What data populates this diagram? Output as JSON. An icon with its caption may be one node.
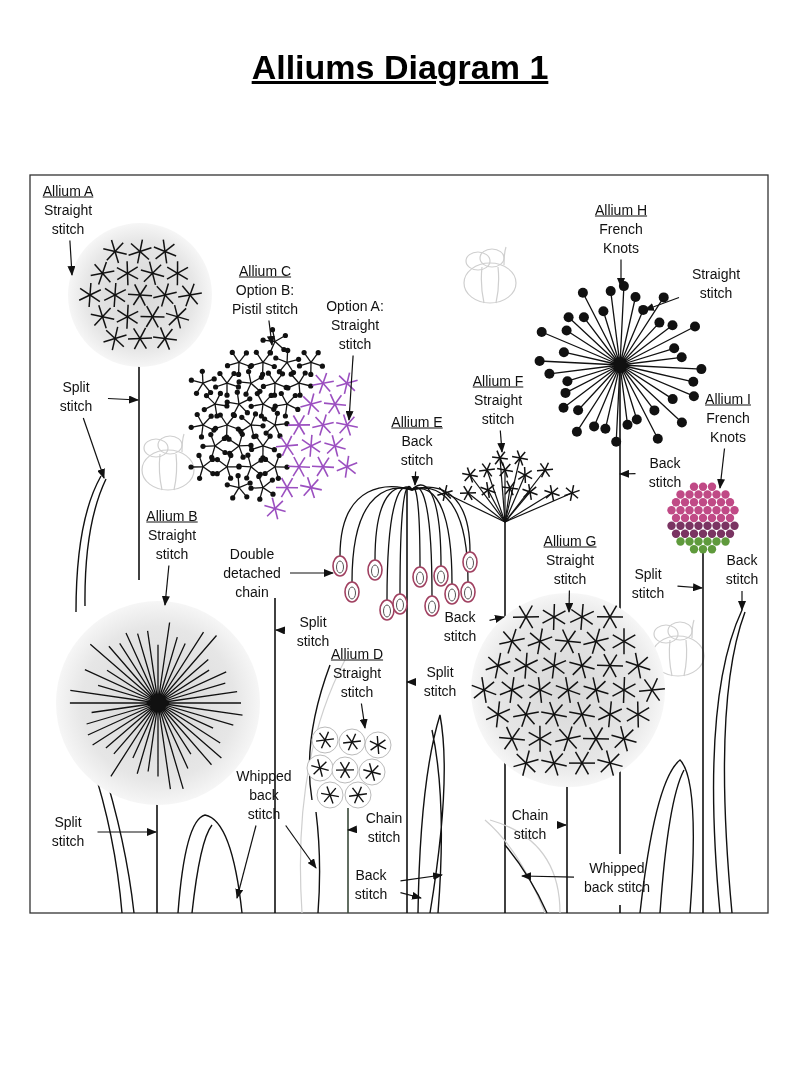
{
  "diagram": {
    "title": "Alliums Diagram 1",
    "nodes": [
      {
        "text": [
          "Allium A",
          "Straight stitch"
        ]
      },
      {
        "text": [
          "Split stitch"
        ]
      },
      {
        "text": [
          "Allium C",
          "Option B: Pistil stitch"
        ]
      },
      {
        "text": [
          "Option A: Straight stitch"
        ]
      },
      {
        "text": [
          "Allium H",
          "French Knots"
        ]
      },
      {
        "text": [
          "Straight stitch"
        ]
      },
      {
        "text": [
          "Allium F",
          "Straight stitch"
        ]
      },
      {
        "text": [
          "Allium E",
          "Back stitch"
        ]
      },
      {
        "text": [
          "Allium I",
          "French Knots"
        ]
      },
      {
        "text": [
          "Back stitch"
        ]
      },
      {
        "text": [
          "Allium B",
          "Straight stitch"
        ]
      },
      {
        "text": [
          "Double detached chain"
        ]
      },
      {
        "text": [
          "Allium G",
          "Straight stitch"
        ]
      },
      {
        "text": [
          "Split stitch"
        ]
      },
      {
        "text": [
          "Back stitch"
        ]
      },
      {
        "text": [
          "Split stitch"
        ]
      },
      {
        "text": [
          "Back stitch"
        ]
      },
      {
        "text": [
          "Allium D",
          "Straight stitch"
        ]
      },
      {
        "text": [
          "Split stitch"
        ]
      },
      {
        "text": [
          "Whipped back stitch"
        ]
      },
      {
        "text": [
          "Split stitch"
        ]
      },
      {
        "text": [
          "Chain stitch"
        ]
      },
      {
        "text": [
          "Chain stitch"
        ]
      },
      {
        "text": [
          "Back stitch"
        ]
      },
      {
        "text": [
          "Whipped back stitch"
        ]
      },
      {
        "text": [],
        "shape": "picture"
      },
      {
        "text": [],
        "shape": "picture"
      },
      {
        "text": [],
        "shape": "picture"
      },
      {
        "text": [],
        "shape": "picture"
      },
      {
        "text": [],
        "shape": "picture"
      },
      {
        "text": [],
        "shape": "picture"
      },
      {
        "text": [],
        "shape": "picture"
      },
      {
        "text": [],
        "shape": "picture"
      },
      {
        "text": [],
        "shape": "picture"
      },
      {
        "text": [],
        "shape": "picture"
      },
      {
        "text": [],
        "shape": "picture"
      },
      {
        "text": [],
        "shape": "picture"
      },
      {
        "text": [],
        "shape": "picture"
      },
      {
        "text": [],
        "shape": "picture"
      },
      {
        "text": [],
        "shape": "picture"
      },
      {
        "text": [],
        "shape": "picture"
      },
      {
        "text": [],
        "shape": "picture"
      },
      {
        "text": [],
        "shape": "picture"
      },
      {
        "text": [],
        "shape": "picture"
      },
      {
        "text": [],
        "shape": "picture"
      },
      {
        "text": [],
        "shape": "picture"
      },
      {
        "text": [],
        "shape": "picture"
      },
      {
        "text": [],
        "shape": "picture"
      },
      {
        "text": [],
        "shape": "picture"
      },
      {
        "text": [],
        "shape": "picture"
      },
      {
        "text": [],
        "shape": "picture"
      }
    ],
    "edges": [
      {
        "from": 0,
        "to": 25,
        "arrow": "to"
      },
      {
        "from": 1,
        "to": 26,
        "arrow": "to"
      },
      {
        "from": 1,
        "to": 27,
        "arrow": "to"
      },
      {
        "from": 2,
        "to": 28,
        "arrow": "to"
      },
      {
        "from": 3,
        "to": 29,
        "arrow": "to"
      },
      {
        "from": 4,
        "to": 30,
        "arrow": "to"
      },
      {
        "from": 5,
        "to": 30,
        "arrow": "to"
      },
      {
        "from": 6,
        "to": 31,
        "arrow": "to"
      },
      {
        "from": 7,
        "to": 32,
        "arrow": "to"
      },
      {
        "from": 8,
        "to": 33,
        "arrow": "to"
      },
      {
        "from": 9,
        "to": 34,
        "arrow": "to"
      },
      {
        "from": 10,
        "to": 35,
        "arrow": "to"
      },
      {
        "from": 11,
        "to": 36,
        "arrow": "to"
      },
      {
        "from": 12,
        "to": 37,
        "arrow": "to"
      },
      {
        "from": 13,
        "to": 38,
        "arrow": "to"
      },
      {
        "from": 14,
        "to": 39,
        "arrow": "to"
      },
      {
        "from": 15,
        "to": 40,
        "arrow": "to"
      },
      {
        "from": 16,
        "to": 41,
        "arrow": "to"
      },
      {
        "from": 17,
        "to": 42,
        "arrow": "to"
      },
      {
        "from": 18,
        "to": 43,
        "arrow": "to"
      },
      {
        "from": 19,
        "to": 44,
        "arrow": "to"
      },
      {
        "from": 19,
        "to": 45,
        "arrow": "to"
      },
      {
        "from": 20,
        "to": 46,
        "arrow": "to"
      },
      {
        "from": 21,
        "to": 47,
        "arrow": "to"
      },
      {
        "from": 22,
        "to": 48,
        "arrow": "to"
      },
      {
        "from": 23,
        "to": 49,
        "arrow": "to"
      },
      {
        "from": 23,
        "to": 49,
        "arrow": "to"
      },
      {
        "from": 24,
        "to": 50,
        "arrow": "to"
      }
    ]
  }
}
